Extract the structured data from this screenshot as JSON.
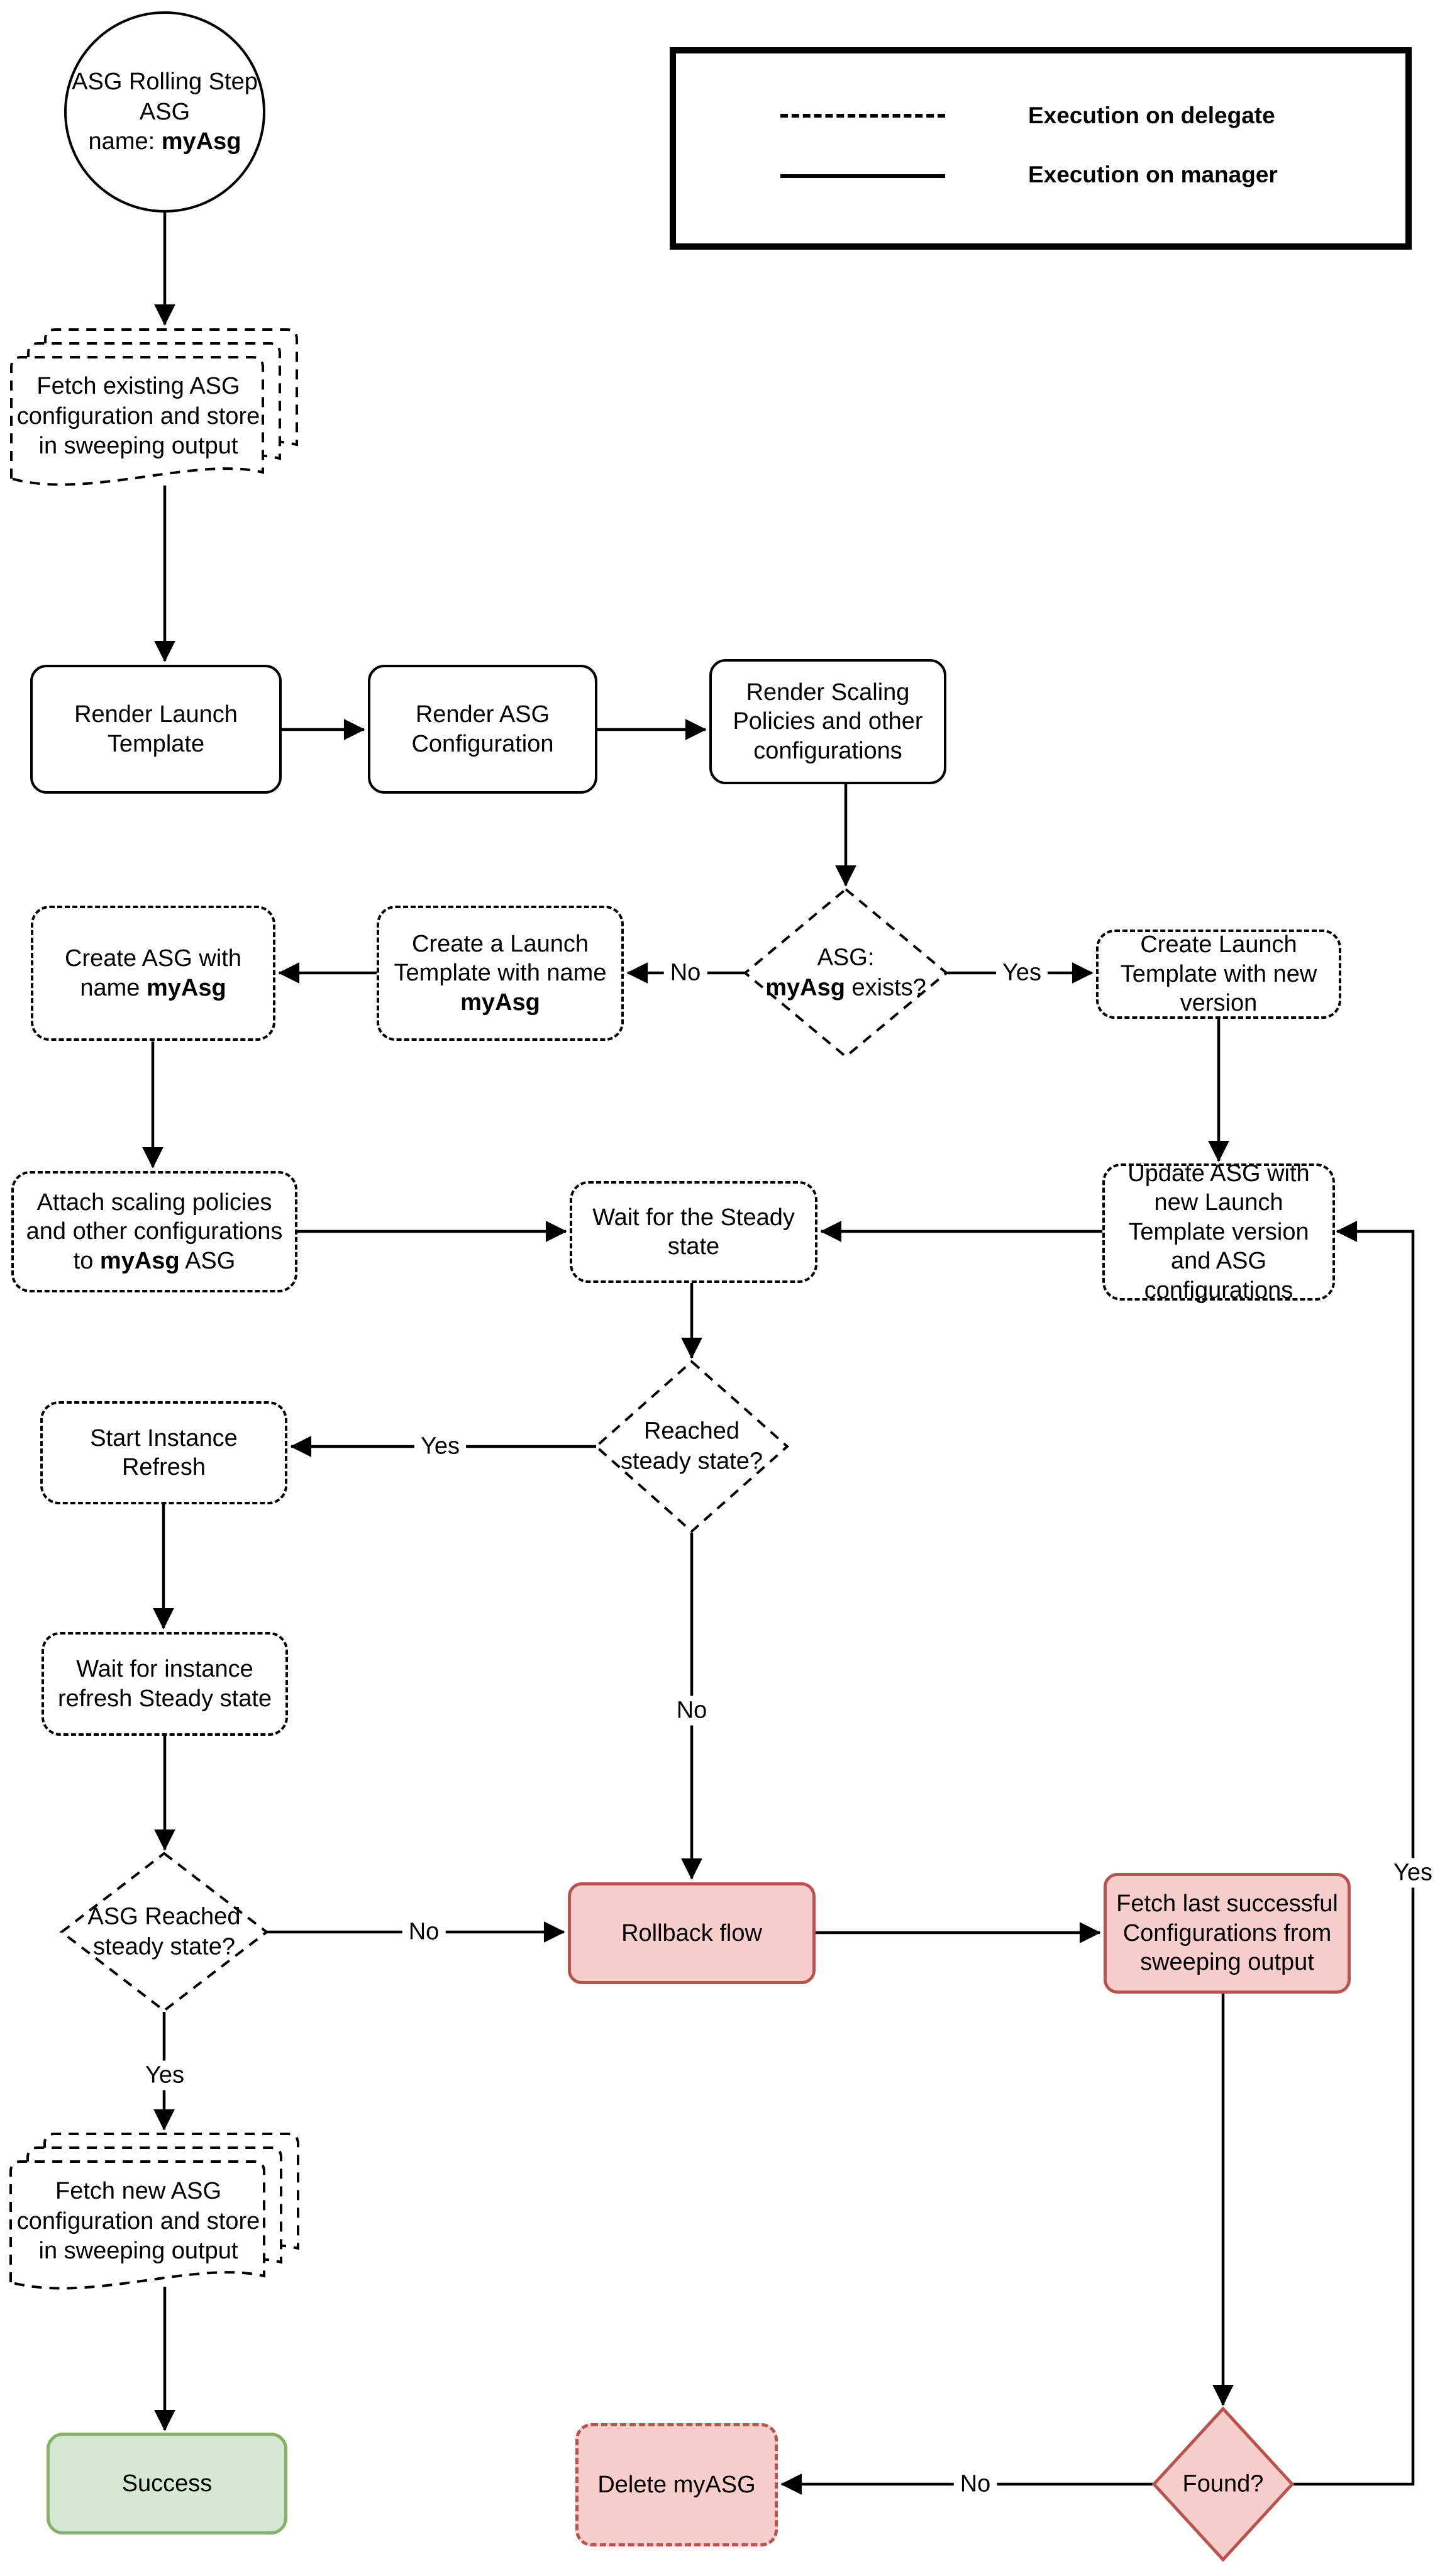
{
  "legend": {
    "items": [
      {
        "style": "dashed",
        "label": "Execution on delegate"
      },
      {
        "style": "solid",
        "label": "Execution on manager"
      }
    ]
  },
  "nodes": {
    "start": {
      "line1": "ASG Rolling Step",
      "line2": "ASG",
      "name_prefix": "name: ",
      "name_bold": "myAsg"
    },
    "fetch_existing": {
      "text": "Fetch existing ASG configuration and store in sweeping output"
    },
    "render_launch": {
      "text": "Render Launch Template"
    },
    "render_asg": {
      "text": "Render ASG Configuration"
    },
    "render_scaling": {
      "text": "Render Scaling Policies and other configurations"
    },
    "asg_exists": {
      "line1": "ASG:",
      "bold": "myAsg",
      "suffix": " exists?"
    },
    "create_launch_named": {
      "prefix": "Create a Launch Template with name ",
      "bold": "myAsg"
    },
    "create_asg": {
      "prefix": "Create ASG with name ",
      "bold": "myAsg"
    },
    "create_launch_new": {
      "text": "Create Launch Template with new version"
    },
    "attach_policies": {
      "prefix": "Attach scaling policies and other configurations to ",
      "bold": "myAsg",
      "suffix": " ASG"
    },
    "wait_steady": {
      "text": "Wait for the Steady state"
    },
    "update_asg": {
      "text": "Update ASG with new Launch Template version and ASG configurations"
    },
    "reached_steady": {
      "text": "Reached steady state?"
    },
    "start_refresh": {
      "text": "Start Instance Refresh"
    },
    "wait_refresh": {
      "text": "Wait for instance refresh Steady state"
    },
    "asg_reached": {
      "text": "ASG Reached steady state?"
    },
    "fetch_new": {
      "text": "Fetch new ASG configuration and store in sweeping output"
    },
    "success": {
      "text": "Success"
    },
    "rollback": {
      "text": "Rollback flow"
    },
    "fetch_last": {
      "text": "Fetch last successful Configurations from sweeping output"
    },
    "found": {
      "text": "Found?"
    },
    "delete_asg": {
      "text": "Delete myASG"
    }
  },
  "edge_labels": {
    "no_exists": "No",
    "yes_exists": "Yes",
    "yes_reached": "Yes",
    "no_reached": "No",
    "no_asg_reached": "No",
    "yes_asg_reached": "Yes",
    "no_found": "No",
    "yes_found": "Yes"
  },
  "colors": {
    "pink_fill": "#f8cecc",
    "pink_border": "#b85450",
    "green_fill": "#d5e8d4",
    "green_border": "#82b366",
    "line": "#000000",
    "background": "#ffffff"
  }
}
